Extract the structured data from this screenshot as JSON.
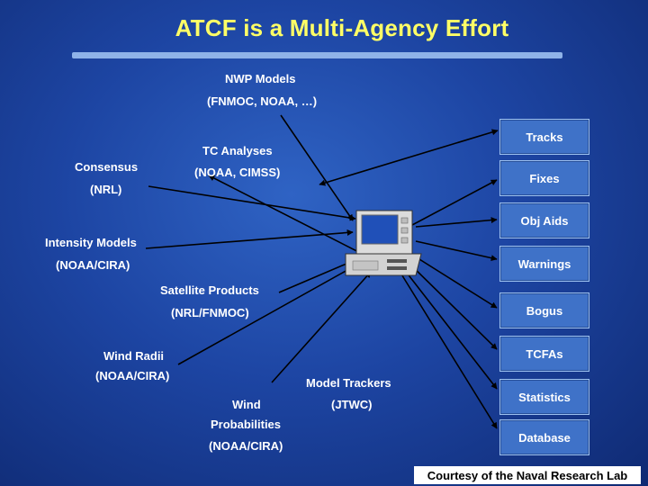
{
  "title": "ATCF is a Multi-Agency Effort",
  "sources": {
    "nwp_title": "NWP Models",
    "nwp_sub": "(FNMOC, NOAA, …)",
    "tc_title": "TC Analyses",
    "tc_sub": "(NOAA, CIMSS)",
    "consensus_title": "Consensus",
    "consensus_sub": "(NRL)",
    "intensity_title": "Intensity Models",
    "intensity_sub": "(NOAA/CIRA)",
    "satellite_title": "Satellite Products",
    "satellite_sub": "(NRL/FNMOC)",
    "windradii_title": "Wind Radii",
    "windradii_sub": "(NOAA/CIRA)",
    "windprob_line1": "Wind",
    "windprob_line2": "Probabilities",
    "windprob_sub": "(NOAA/CIRA)",
    "trackers_title": "Model Trackers",
    "trackers_sub": "(JTWC)"
  },
  "outputs": [
    "Tracks",
    "Fixes",
    "Obj Aids",
    "Warnings",
    "Bogus",
    "TCFAs",
    "Statistics",
    "Database"
  ],
  "credit": "Courtesy of the Naval Research Lab",
  "colors": {
    "title": "#ffff66",
    "box": "#3f72c8",
    "background": "#1d45a3"
  }
}
